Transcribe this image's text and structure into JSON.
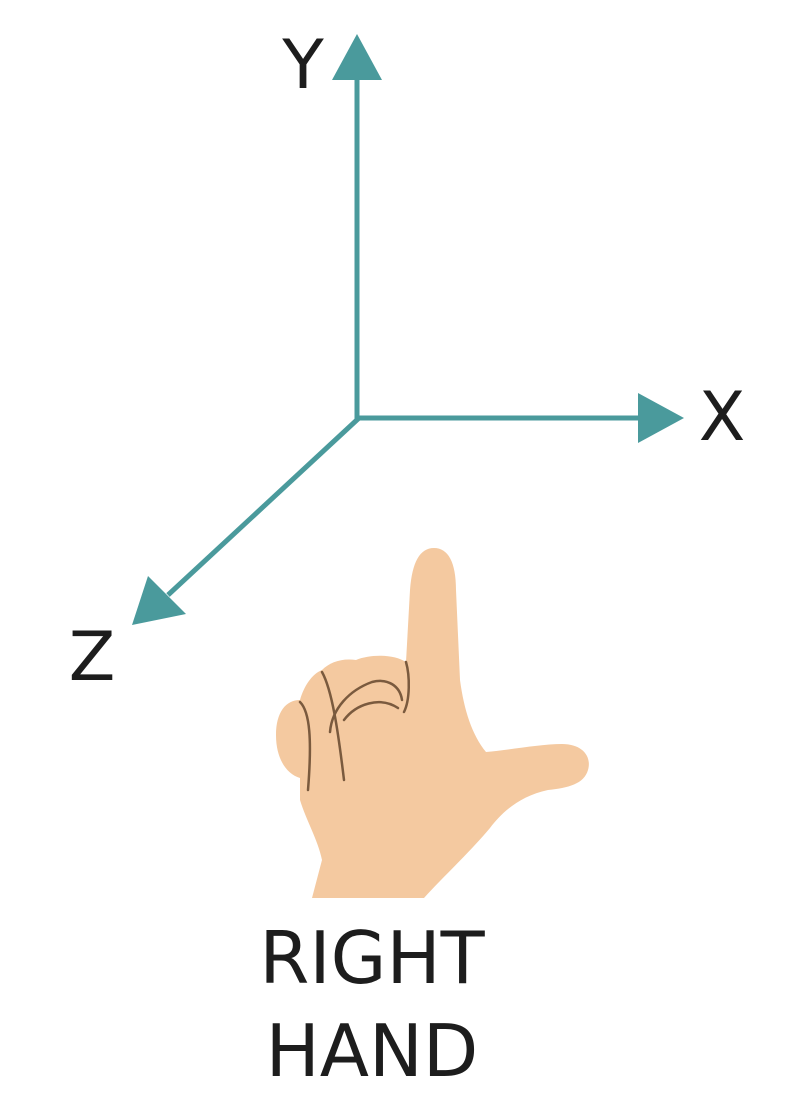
{
  "axes": {
    "y_label": "Y",
    "x_label": "X",
    "z_label": "Z",
    "color": "#4a9a9c"
  },
  "hand": {
    "icon": "right-hand-gesture-icon",
    "skin_color": "#f4c9a0",
    "outline_color": "#7a5a3e"
  },
  "caption": {
    "line1": "RIGHT",
    "line2": "HAND"
  }
}
